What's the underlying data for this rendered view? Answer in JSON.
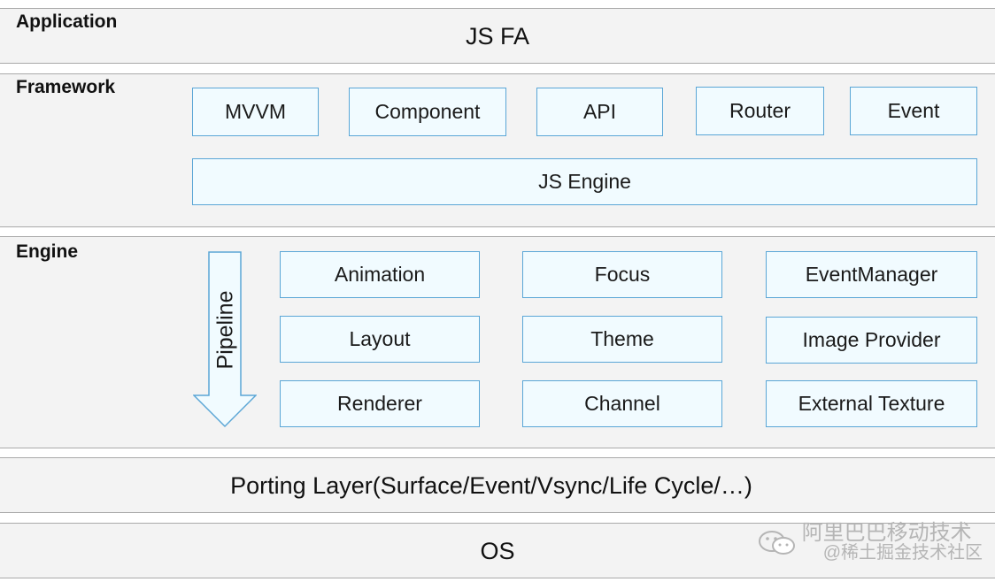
{
  "application": {
    "label": "Application",
    "content": "JS FA"
  },
  "framework": {
    "label": "Framework",
    "modules": [
      "MVVM",
      "Component",
      "API",
      "Router",
      "Event"
    ],
    "engine": "JS Engine"
  },
  "engine": {
    "label": "Engine",
    "pipeline": "Pipeline",
    "modules": [
      "Animation",
      "Focus",
      "EventManager",
      "Layout",
      "Theme",
      "Image Provider",
      "Renderer",
      "Channel",
      "External Texture"
    ]
  },
  "porting": {
    "content": "Porting Layer(Surface/Event/Vsync/Life Cycle/…)"
  },
  "os": {
    "content": "OS"
  },
  "watermark": {
    "line1": "阿里巴巴移动技术",
    "line2": "@稀土掘金技术社区",
    "icon": "wechat-icon"
  },
  "colors": {
    "box_border": "#5aa6d6",
    "box_fill": "#f1fbff",
    "band_fill": "#f3f3f3",
    "band_border": "#a9a9a9"
  }
}
